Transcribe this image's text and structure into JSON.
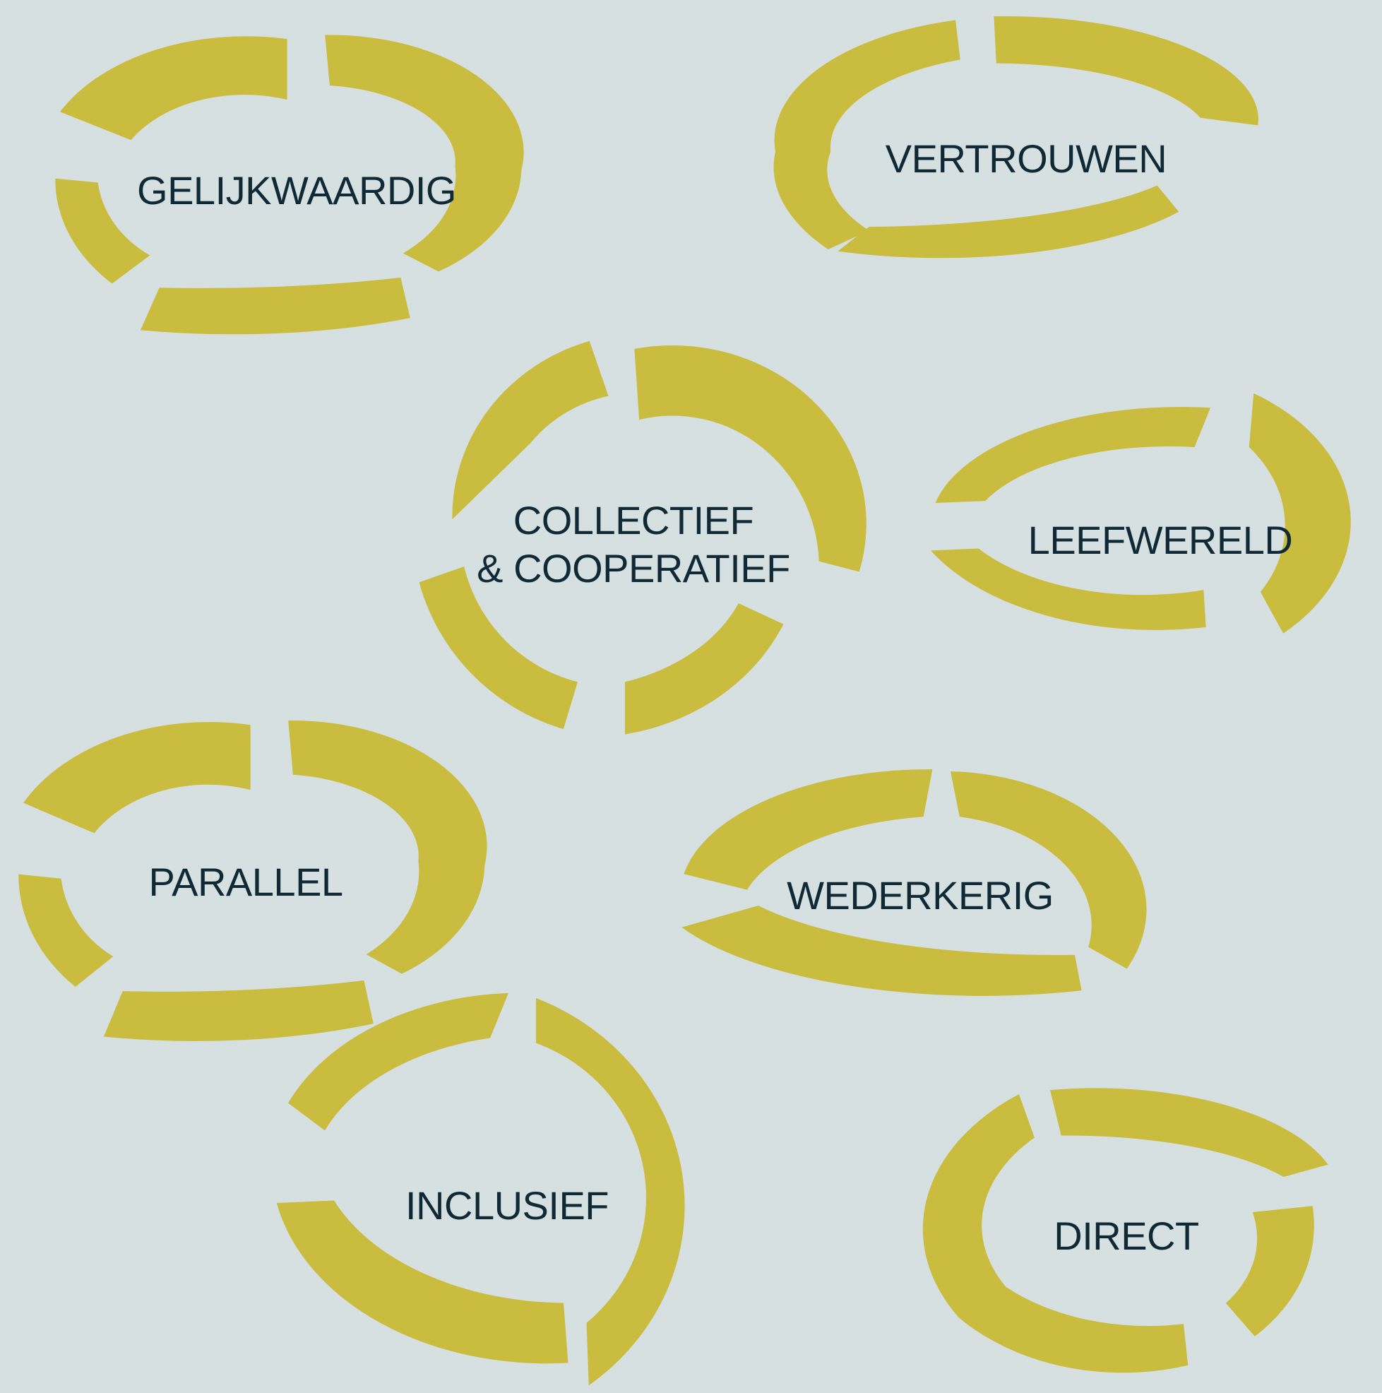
{
  "colors": {
    "background": "#d7e0e0",
    "ring": "#c9bc3e",
    "text": "#0f2a36"
  },
  "items": [
    {
      "label": "GELIJKWAARDIG"
    },
    {
      "label": "VERTROUWEN"
    },
    {
      "label_line1": "COLLECTIEF",
      "label_line2": "& COOPERATIEF"
    },
    {
      "label": "LEEFWERELD"
    },
    {
      "label": "PARALLEL"
    },
    {
      "label": "WEDERKERIG"
    },
    {
      "label": "INCLUSIEF"
    },
    {
      "label": "DIRECT"
    }
  ]
}
